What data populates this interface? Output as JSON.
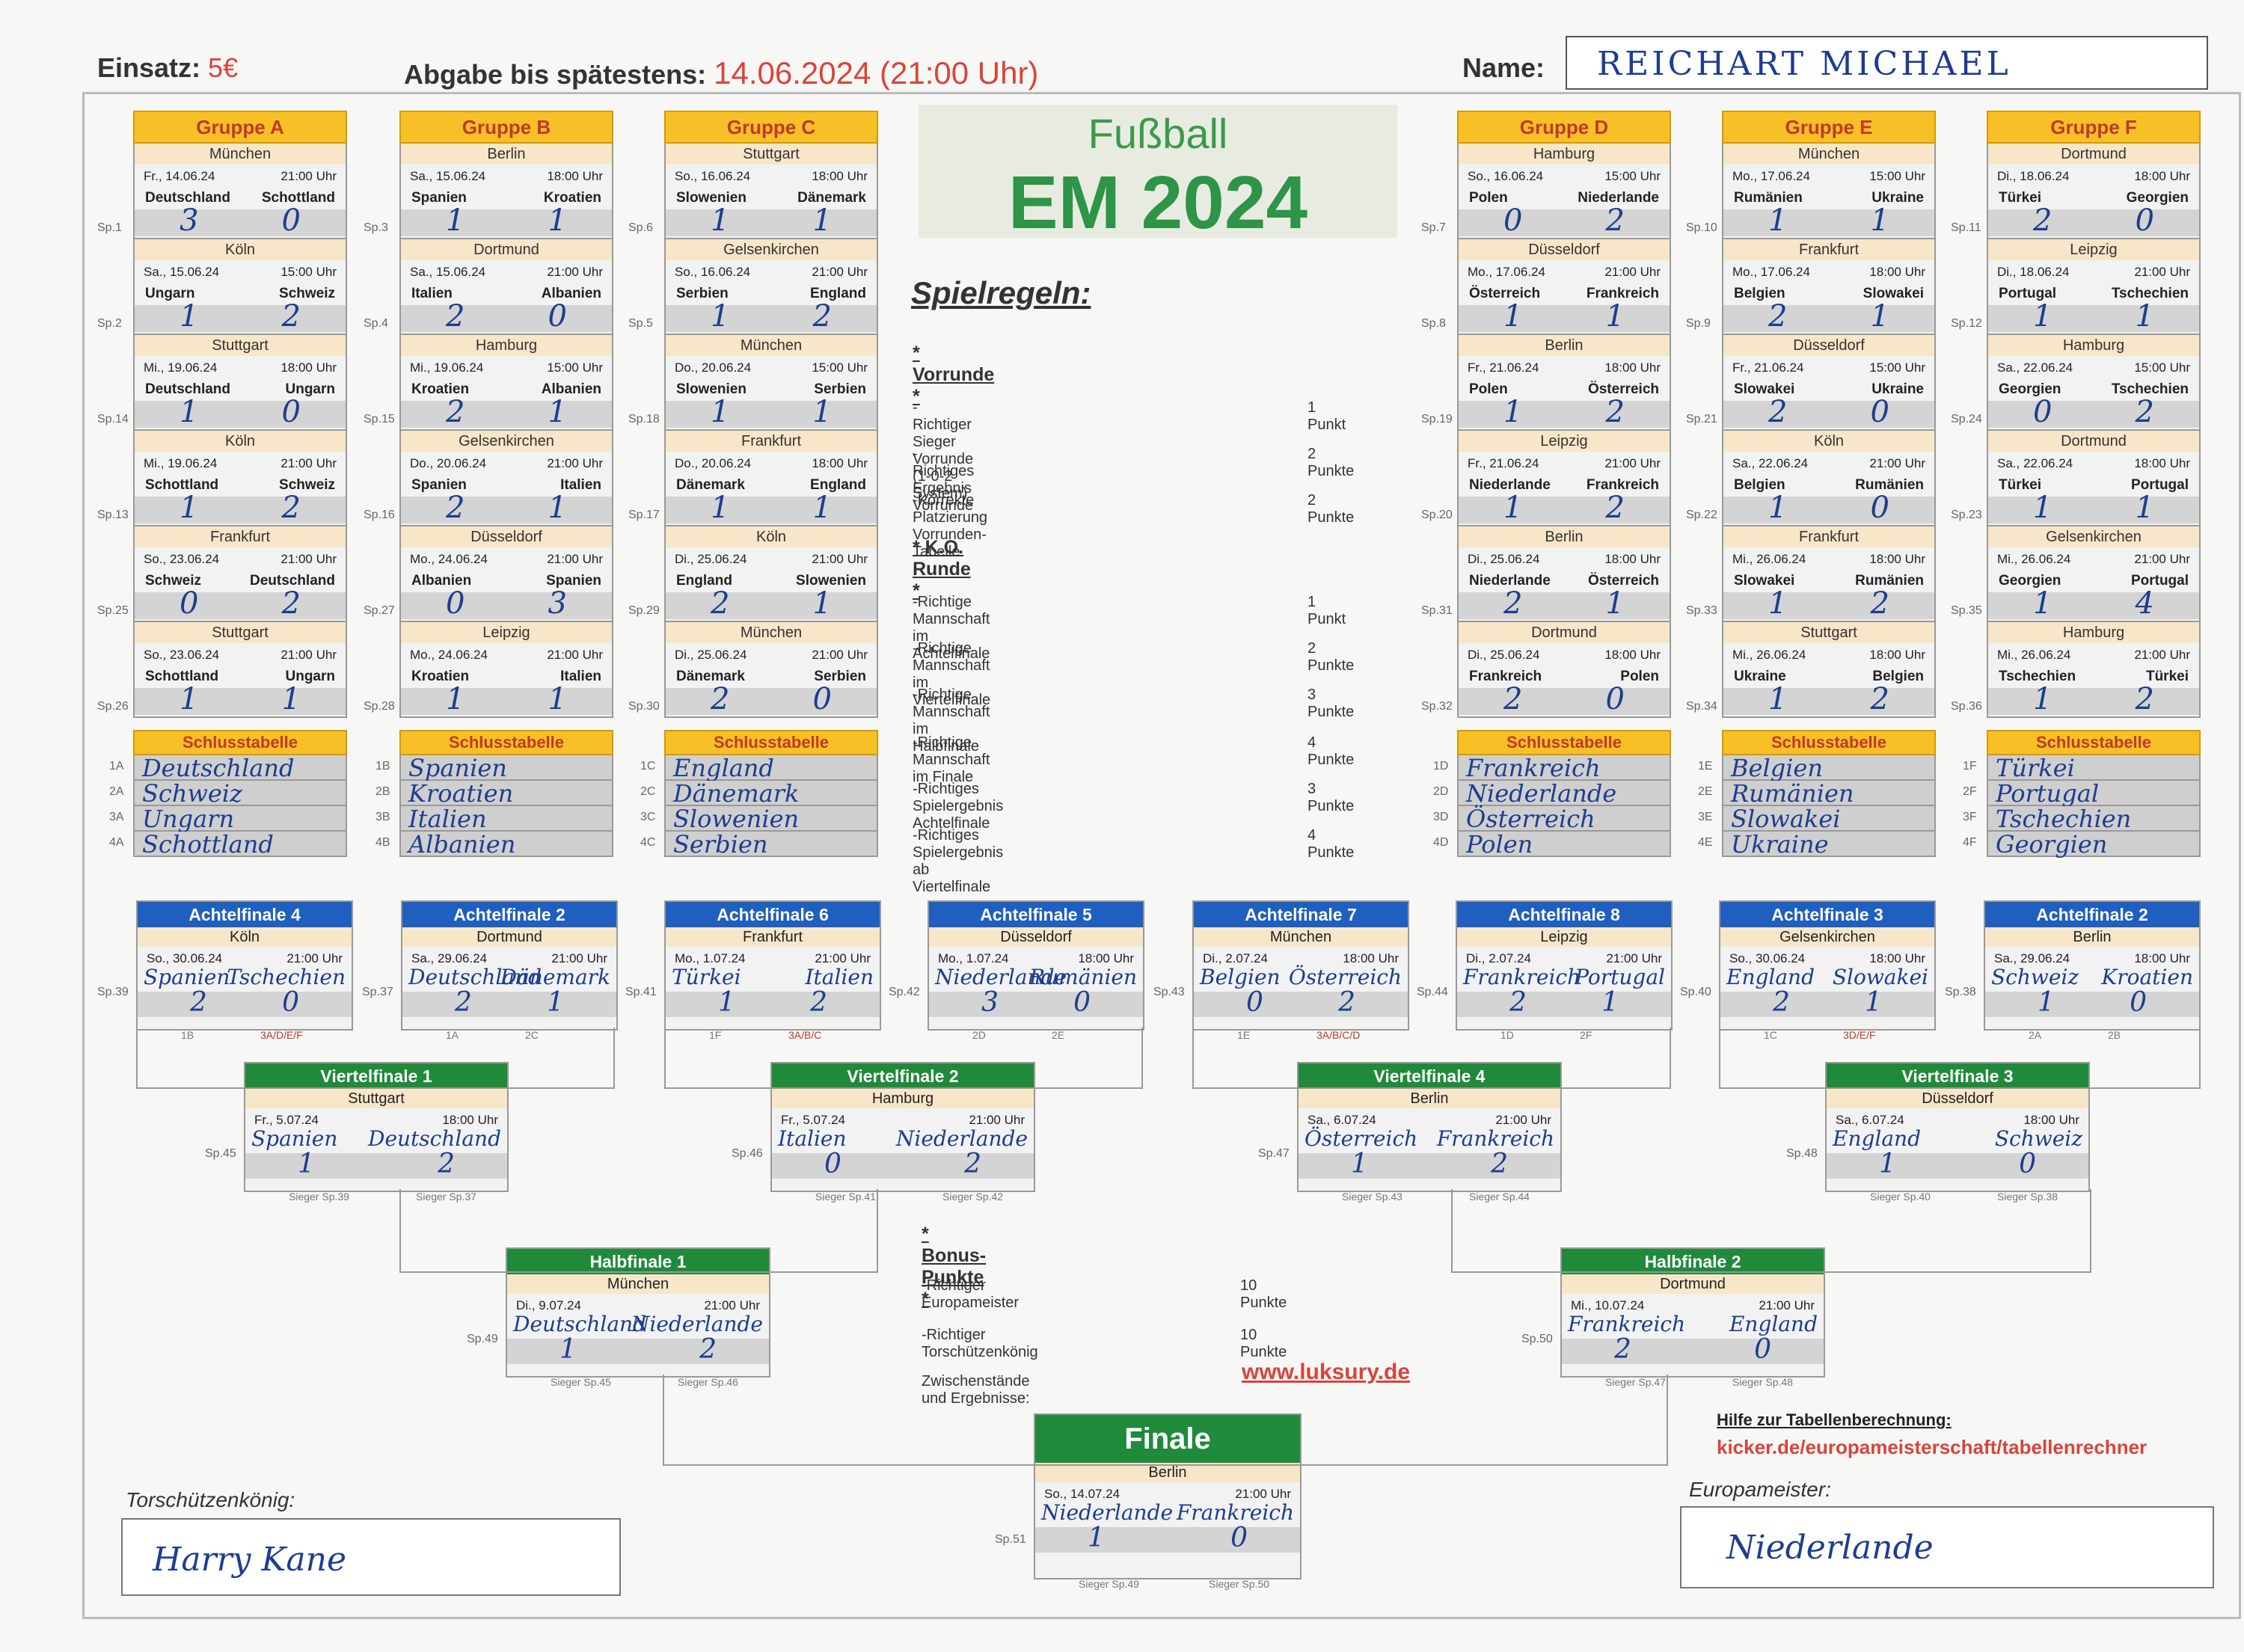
{
  "header": {
    "einsatz_label": "Einsatz:",
    "einsatz_value": "5€",
    "abgabe_label": "Abgabe bis spätestens:",
    "abgabe_value": "14.06.2024 (21:00 Uhr)",
    "name_label": "Name:",
    "name_value": "REICHART MICHAEL"
  },
  "title": {
    "line1": "Fußball",
    "line2": "EM 2024"
  },
  "groups": [
    {
      "title": "Gruppe A",
      "matches": [
        {
          "sp": "Sp.1",
          "city": "München",
          "date": "Fr., 14.06.24",
          "time": "21:00 Uhr",
          "t1": "Deutschland",
          "t2": "Schottland",
          "s1": "3",
          "s2": "0"
        },
        {
          "sp": "Sp.2",
          "city": "Köln",
          "date": "Sa., 15.06.24",
          "time": "15:00 Uhr",
          "t1": "Ungarn",
          "t2": "Schweiz",
          "s1": "1",
          "s2": "2"
        },
        {
          "sp": "Sp.14",
          "city": "Stuttgart",
          "date": "Mi., 19.06.24",
          "time": "18:00 Uhr",
          "t1": "Deutschland",
          "t2": "Ungarn",
          "s1": "1",
          "s2": "0"
        },
        {
          "sp": "Sp.13",
          "city": "Köln",
          "date": "Mi., 19.06.24",
          "time": "21:00 Uhr",
          "t1": "Schottland",
          "t2": "Schweiz",
          "s1": "1",
          "s2": "2"
        },
        {
          "sp": "Sp.25",
          "city": "Frankfurt",
          "date": "So., 23.06.24",
          "time": "21:00 Uhr",
          "t1": "Schweiz",
          "t2": "Deutschland",
          "s1": "0",
          "s2": "2"
        },
        {
          "sp": "Sp.26",
          "city": "Stuttgart",
          "date": "So., 23.06.24",
          "time": "21:00 Uhr",
          "t1": "Schottland",
          "t2": "Ungarn",
          "s1": "1",
          "s2": "1"
        }
      ],
      "table_title": "Schlusstabelle",
      "pos": [
        "1A",
        "2A",
        "3A",
        "4A"
      ],
      "table": [
        "Deutschland",
        "Schweiz",
        "Ungarn",
        "Schottland"
      ]
    },
    {
      "title": "Gruppe B",
      "matches": [
        {
          "sp": "Sp.3",
          "city": "Berlin",
          "date": "Sa., 15.06.24",
          "time": "18:00 Uhr",
          "t1": "Spanien",
          "t2": "Kroatien",
          "s1": "1",
          "s2": "1"
        },
        {
          "sp": "Sp.4",
          "city": "Dortmund",
          "date": "Sa., 15.06.24",
          "time": "21:00 Uhr",
          "t1": "Italien",
          "t2": "Albanien",
          "s1": "2",
          "s2": "0"
        },
        {
          "sp": "Sp.15",
          "city": "Hamburg",
          "date": "Mi., 19.06.24",
          "time": "15:00 Uhr",
          "t1": "Kroatien",
          "t2": "Albanien",
          "s1": "2",
          "s2": "1"
        },
        {
          "sp": "Sp.16",
          "city": "Gelsenkirchen",
          "date": "Do., 20.06.24",
          "time": "21:00 Uhr",
          "t1": "Spanien",
          "t2": "Italien",
          "s1": "2",
          "s2": "1"
        },
        {
          "sp": "Sp.27",
          "city": "Düsseldorf",
          "date": "Mo., 24.06.24",
          "time": "21:00 Uhr",
          "t1": "Albanien",
          "t2": "Spanien",
          "s1": "0",
          "s2": "3"
        },
        {
          "sp": "Sp.28",
          "city": "Leipzig",
          "date": "Mo., 24.06.24",
          "time": "21:00 Uhr",
          "t1": "Kroatien",
          "t2": "Italien",
          "s1": "1",
          "s2": "1"
        }
      ],
      "table_title": "Schlusstabelle",
      "pos": [
        "1B",
        "2B",
        "3B",
        "4B"
      ],
      "table": [
        "Spanien",
        "Kroatien",
        "Italien",
        "Albanien"
      ]
    },
    {
      "title": "Gruppe C",
      "matches": [
        {
          "sp": "Sp.6",
          "city": "Stuttgart",
          "date": "So., 16.06.24",
          "time": "18:00 Uhr",
          "t1": "Slowenien",
          "t2": "Dänemark",
          "s1": "1",
          "s2": "1"
        },
        {
          "sp": "Sp.5",
          "city": "Gelsenkirchen",
          "date": "So., 16.06.24",
          "time": "21:00 Uhr",
          "t1": "Serbien",
          "t2": "England",
          "s1": "1",
          "s2": "2"
        },
        {
          "sp": "Sp.18",
          "city": "München",
          "date": "Do., 20.06.24",
          "time": "15:00 Uhr",
          "t1": "Slowenien",
          "t2": "Serbien",
          "s1": "1",
          "s2": "1"
        },
        {
          "sp": "Sp.17",
          "city": "Frankfurt",
          "date": "Do., 20.06.24",
          "time": "18:00 Uhr",
          "t1": "Dänemark",
          "t2": "England",
          "s1": "1",
          "s2": "1"
        },
        {
          "sp": "Sp.29",
          "city": "Köln",
          "date": "Di., 25.06.24",
          "time": "21:00 Uhr",
          "t1": "England",
          "t2": "Slowenien",
          "s1": "2",
          "s2": "1"
        },
        {
          "sp": "Sp.30",
          "city": "München",
          "date": "Di., 25.06.24",
          "time": "21:00 Uhr",
          "t1": "Dänemark",
          "t2": "Serbien",
          "s1": "2",
          "s2": "0"
        }
      ],
      "table_title": "Schlusstabelle",
      "pos": [
        "1C",
        "2C",
        "3C",
        "4C"
      ],
      "table": [
        "England",
        "Dänemark",
        "Slowenien",
        "Serbien"
      ]
    },
    {
      "title": "Gruppe D",
      "matches": [
        {
          "sp": "Sp.7",
          "city": "Hamburg",
          "date": "So., 16.06.24",
          "time": "15:00 Uhr",
          "t1": "Polen",
          "t2": "Niederlande",
          "s1": "0",
          "s2": "2"
        },
        {
          "sp": "Sp.8",
          "city": "Düsseldorf",
          "date": "Mo., 17.06.24",
          "time": "21:00 Uhr",
          "t1": "Österreich",
          "t2": "Frankreich",
          "s1": "1",
          "s2": "1"
        },
        {
          "sp": "Sp.19",
          "city": "Berlin",
          "date": "Fr., 21.06.24",
          "time": "18:00 Uhr",
          "t1": "Polen",
          "t2": "Österreich",
          "s1": "1",
          "s2": "2"
        },
        {
          "sp": "Sp.20",
          "city": "Leipzig",
          "date": "Fr., 21.06.24",
          "time": "21:00 Uhr",
          "t1": "Niederlande",
          "t2": "Frankreich",
          "s1": "1",
          "s2": "2"
        },
        {
          "sp": "Sp.31",
          "city": "Berlin",
          "date": "Di., 25.06.24",
          "time": "18:00 Uhr",
          "t1": "Niederlande",
          "t2": "Österreich",
          "s1": "2",
          "s2": "1"
        },
        {
          "sp": "Sp.32",
          "city": "Dortmund",
          "date": "Di., 25.06.24",
          "time": "18:00 Uhr",
          "t1": "Frankreich",
          "t2": "Polen",
          "s1": "2",
          "s2": "0"
        }
      ],
      "table_title": "Schlusstabelle",
      "pos": [
        "1D",
        "2D",
        "3D",
        "4D"
      ],
      "table": [
        "Frankreich",
        "Niederlande",
        "Österreich",
        "Polen"
      ]
    },
    {
      "title": "Gruppe E",
      "matches": [
        {
          "sp": "Sp.10",
          "city": "München",
          "date": "Mo., 17.06.24",
          "time": "15:00 Uhr",
          "t1": "Rumänien",
          "t2": "Ukraine",
          "s1": "1",
          "s2": "1"
        },
        {
          "sp": "Sp.9",
          "city": "Frankfurt",
          "date": "Mo., 17.06.24",
          "time": "18:00 Uhr",
          "t1": "Belgien",
          "t2": "Slowakei",
          "s1": "2",
          "s2": "1"
        },
        {
          "sp": "Sp.21",
          "city": "Düsseldorf",
          "date": "Fr., 21.06.24",
          "time": "15:00 Uhr",
          "t1": "Slowakei",
          "t2": "Ukraine",
          "s1": "2",
          "s2": "0"
        },
        {
          "sp": "Sp.22",
          "city": "Köln",
          "date": "Sa., 22.06.24",
          "time": "21:00 Uhr",
          "t1": "Belgien",
          "t2": "Rumänien",
          "s1": "1",
          "s2": "0"
        },
        {
          "sp": "Sp.33",
          "city": "Frankfurt",
          "date": "Mi., 26.06.24",
          "time": "18:00 Uhr",
          "t1": "Slowakei",
          "t2": "Rumänien",
          "s1": "1",
          "s2": "2"
        },
        {
          "sp": "Sp.34",
          "city": "Stuttgart",
          "date": "Mi., 26.06.24",
          "time": "18:00 Uhr",
          "t1": "Ukraine",
          "t2": "Belgien",
          "s1": "1",
          "s2": "2"
        }
      ],
      "table_title": "Schlusstabelle",
      "pos": [
        "1E",
        "2E",
        "3E",
        "4E"
      ],
      "table": [
        "Belgien",
        "Rumänien",
        "Slowakei",
        "Ukraine"
      ]
    },
    {
      "title": "Gruppe F",
      "matches": [
        {
          "sp": "Sp.11",
          "city": "Dortmund",
          "date": "Di., 18.06.24",
          "time": "18:00 Uhr",
          "t1": "Türkei",
          "t2": "Georgien",
          "s1": "2",
          "s2": "0"
        },
        {
          "sp": "Sp.12",
          "city": "Leipzig",
          "date": "Di., 18.06.24",
          "time": "21:00 Uhr",
          "t1": "Portugal",
          "t2": "Tschechien",
          "s1": "1",
          "s2": "1"
        },
        {
          "sp": "Sp.24",
          "city": "Hamburg",
          "date": "Sa., 22.06.24",
          "time": "15:00 Uhr",
          "t1": "Georgien",
          "t2": "Tschechien",
          "s1": "0",
          "s2": "2"
        },
        {
          "sp": "Sp.23",
          "city": "Dortmund",
          "date": "Sa., 22.06.24",
          "time": "18:00 Uhr",
          "t1": "Türkei",
          "t2": "Portugal",
          "s1": "1",
          "s2": "1"
        },
        {
          "sp": "Sp.35",
          "city": "Gelsenkirchen",
          "date": "Mi., 26.06.24",
          "time": "21:00 Uhr",
          "t1": "Georgien",
          "t2": "Portugal",
          "s1": "1",
          "s2": "4"
        },
        {
          "sp": "Sp.36",
          "city": "Hamburg",
          "date": "Mi., 26.06.24",
          "time": "21:00 Uhr",
          "t1": "Tschechien",
          "t2": "Türkei",
          "s1": "1",
          "s2": "2"
        }
      ],
      "table_title": "Schlusstabelle",
      "pos": [
        "1F",
        "2F",
        "3F",
        "4F"
      ],
      "table": [
        "Türkei",
        "Portugal",
        "Tschechien",
        "Georgien"
      ]
    }
  ],
  "rules": {
    "heading": "Spielregeln:",
    "vorrunde": "* Vorrunde *",
    "ko": "* K.O. Runde *",
    "items": [
      {
        "text": "-Richtiger Sieger Vorrunde (1-0-2 System)",
        "pts": "1 Punkt"
      },
      {
        "text": "-Richtiges Ergebnis Vorrunde",
        "pts": "2 Punkte"
      },
      {
        "text": "-Korrekte Platzierung Vorrunden-Tabelle",
        "pts": "2 Punkte"
      },
      {
        "text": "-Richtige Mannschaft im Achtelfinale",
        "pts": "1 Punkt"
      },
      {
        "text": "-Richtige Mannschaft im Viertelfinale",
        "pts": "2 Punkte"
      },
      {
        "text": "-Richtige Mannschaft im Halbfinale",
        "pts": "3 Punkte"
      },
      {
        "text": "-Richtige Mannschaft im Finale",
        "pts": "4 Punkte"
      },
      {
        "text": "-Richtiges Spielergebnis Achtelfinale",
        "pts": "3 Punkte"
      },
      {
        "text": "-Richtiges Spielergebnis ab Viertelfinale",
        "pts": "4 Punkte"
      }
    ]
  },
  "achtelfinale": [
    {
      "title": "Achtelfinale 4",
      "sp": "Sp.39",
      "city": "Köln",
      "date": "So., 30.06.24",
      "time": "21:00 Uhr",
      "t1": "Spanien",
      "t2": "Tschechien",
      "s1": "2",
      "s2": "0",
      "f1": "1B",
      "f2": "3A/D/E/F"
    },
    {
      "title": "Achtelfinale 2",
      "sp": "Sp.37",
      "city": "Dortmund",
      "date": "Sa., 29.06.24",
      "time": "21:00 Uhr",
      "t1": "Deutschland",
      "t2": "Dänemark",
      "s1": "2",
      "s2": "1",
      "f1": "1A",
      "f2": "2C"
    },
    {
      "title": "Achtelfinale 6",
      "sp": "Sp.41",
      "city": "Frankfurt",
      "date": "Mo., 1.07.24",
      "time": "21:00 Uhr",
      "t1": "Türkei",
      "t2": "Italien",
      "s1": "1",
      "s2": "2",
      "f1": "1F",
      "f2": "3A/B/C"
    },
    {
      "title": "Achtelfinale 5",
      "sp": "Sp.42",
      "city": "Düsseldorf",
      "date": "Mo., 1.07.24",
      "time": "18:00 Uhr",
      "t1": "Niederlande",
      "t2": "Rumänien",
      "s1": "3",
      "s2": "0",
      "f1": "2D",
      "f2": "2E"
    },
    {
      "title": "Achtelfinale 7",
      "sp": "Sp.43",
      "city": "München",
      "date": "Di., 2.07.24",
      "time": "18:00 Uhr",
      "t1": "Belgien",
      "t2": "Österreich",
      "s1": "0",
      "s2": "2",
      "f1": "1E",
      "f2": "3A/B/C/D"
    },
    {
      "title": "Achtelfinale 8",
      "sp": "Sp.44",
      "city": "Leipzig",
      "date": "Di., 2.07.24",
      "time": "21:00 Uhr",
      "t1": "Frankreich",
      "t2": "Portugal",
      "s1": "2",
      "s2": "1",
      "f1": "1D",
      "f2": "2F"
    },
    {
      "title": "Achtelfinale 3",
      "sp": "Sp.40",
      "city": "Gelsenkirchen",
      "date": "So., 30.06.24",
      "time": "18:00 Uhr",
      "t1": "England",
      "t2": "Slowakei",
      "s1": "2",
      "s2": "1",
      "f1": "1C",
      "f2": "3D/E/F"
    },
    {
      "title": "Achtelfinale 2",
      "sp": "Sp.38",
      "city": "Berlin",
      "date": "Sa., 29.06.24",
      "time": "18:00 Uhr",
      "t1": "Schweiz",
      "t2": "Kroatien",
      "s1": "1",
      "s2": "0",
      "f1": "2A",
      "f2": "2B"
    }
  ],
  "viertelfinale": [
    {
      "title": "Viertelfinale 1",
      "sp": "Sp.45",
      "city": "Stuttgart",
      "date": "Fr., 5.07.24",
      "time": "18:00 Uhr",
      "t1": "Spanien",
      "t2": "Deutschland",
      "s1": "1",
      "s2": "2",
      "f1": "Sieger Sp.39",
      "f2": "Sieger Sp.37"
    },
    {
      "title": "Viertelfinale 2",
      "sp": "Sp.46",
      "city": "Hamburg",
      "date": "Fr., 5.07.24",
      "time": "21:00 Uhr",
      "t1": "Italien",
      "t2": "Niederlande",
      "s1": "0",
      "s2": "2",
      "f1": "Sieger Sp.41",
      "f2": "Sieger Sp.42"
    },
    {
      "title": "Viertelfinale 4",
      "sp": "Sp.47",
      "city": "Berlin",
      "date": "Sa., 6.07.24",
      "time": "21:00 Uhr",
      "t1": "Österreich",
      "t2": "Frankreich",
      "s1": "1",
      "s2": "2",
      "f1": "Sieger Sp.43",
      "f2": "Sieger Sp.44"
    },
    {
      "title": "Viertelfinale 3",
      "sp": "Sp.48",
      "city": "Düsseldorf",
      "date": "Sa., 6.07.24",
      "time": "18:00 Uhr",
      "t1": "England",
      "t2": "Schweiz",
      "s1": "1",
      "s2": "0",
      "f1": "Sieger Sp.40",
      "f2": "Sieger Sp.38"
    }
  ],
  "halbfinale": [
    {
      "title": "Halbfinale 1",
      "sp": "Sp.49",
      "city": "München",
      "date": "Di., 9.07.24",
      "time": "21:00 Uhr",
      "t1": "Deutschland",
      "t2": "Niederlande",
      "s1": "1",
      "s2": "2",
      "f1": "Sieger Sp.45",
      "f2": "Sieger Sp.46"
    },
    {
      "title": "Halbfinale 2",
      "sp": "Sp.50",
      "city": "Dortmund",
      "date": "Mi., 10.07.24",
      "time": "21:00 Uhr",
      "t1": "Frankreich",
      "t2": "England",
      "s1": "2",
      "s2": "0",
      "f1": "Sieger Sp.47",
      "f2": "Sieger Sp.48"
    }
  ],
  "finale": {
    "title": "Finale",
    "sp": "Sp.51",
    "city": "Berlin",
    "date": "So., 14.07.24",
    "time": "21:00 Uhr",
    "t1": "Niederlande",
    "t2": "Frankreich",
    "s1": "1",
    "s2": "0",
    "f1": "Sieger Sp.49",
    "f2": "Sieger Sp.50"
  },
  "bonus": {
    "heading": "* Bonus-Punkte *",
    "items": [
      {
        "text": "-Richtiger Europameister",
        "pts": "10 Punkte"
      },
      {
        "text": "-Richtiger Torschützenkönig",
        "pts": "10 Punkte"
      }
    ],
    "zwischen_label": "Zwischenstände und Ergebnisse:",
    "link": "www.luksury.de"
  },
  "help": {
    "label": "Hilfe zur Tabellenberechnung:",
    "link": "kicker.de/europameisterschaft/tabellenrechner"
  },
  "torschuetze": {
    "label": "Torschützenkönig:",
    "value": "Harry Kane"
  },
  "europameister": {
    "label": "Europameister:",
    "value": "Niederlande"
  }
}
